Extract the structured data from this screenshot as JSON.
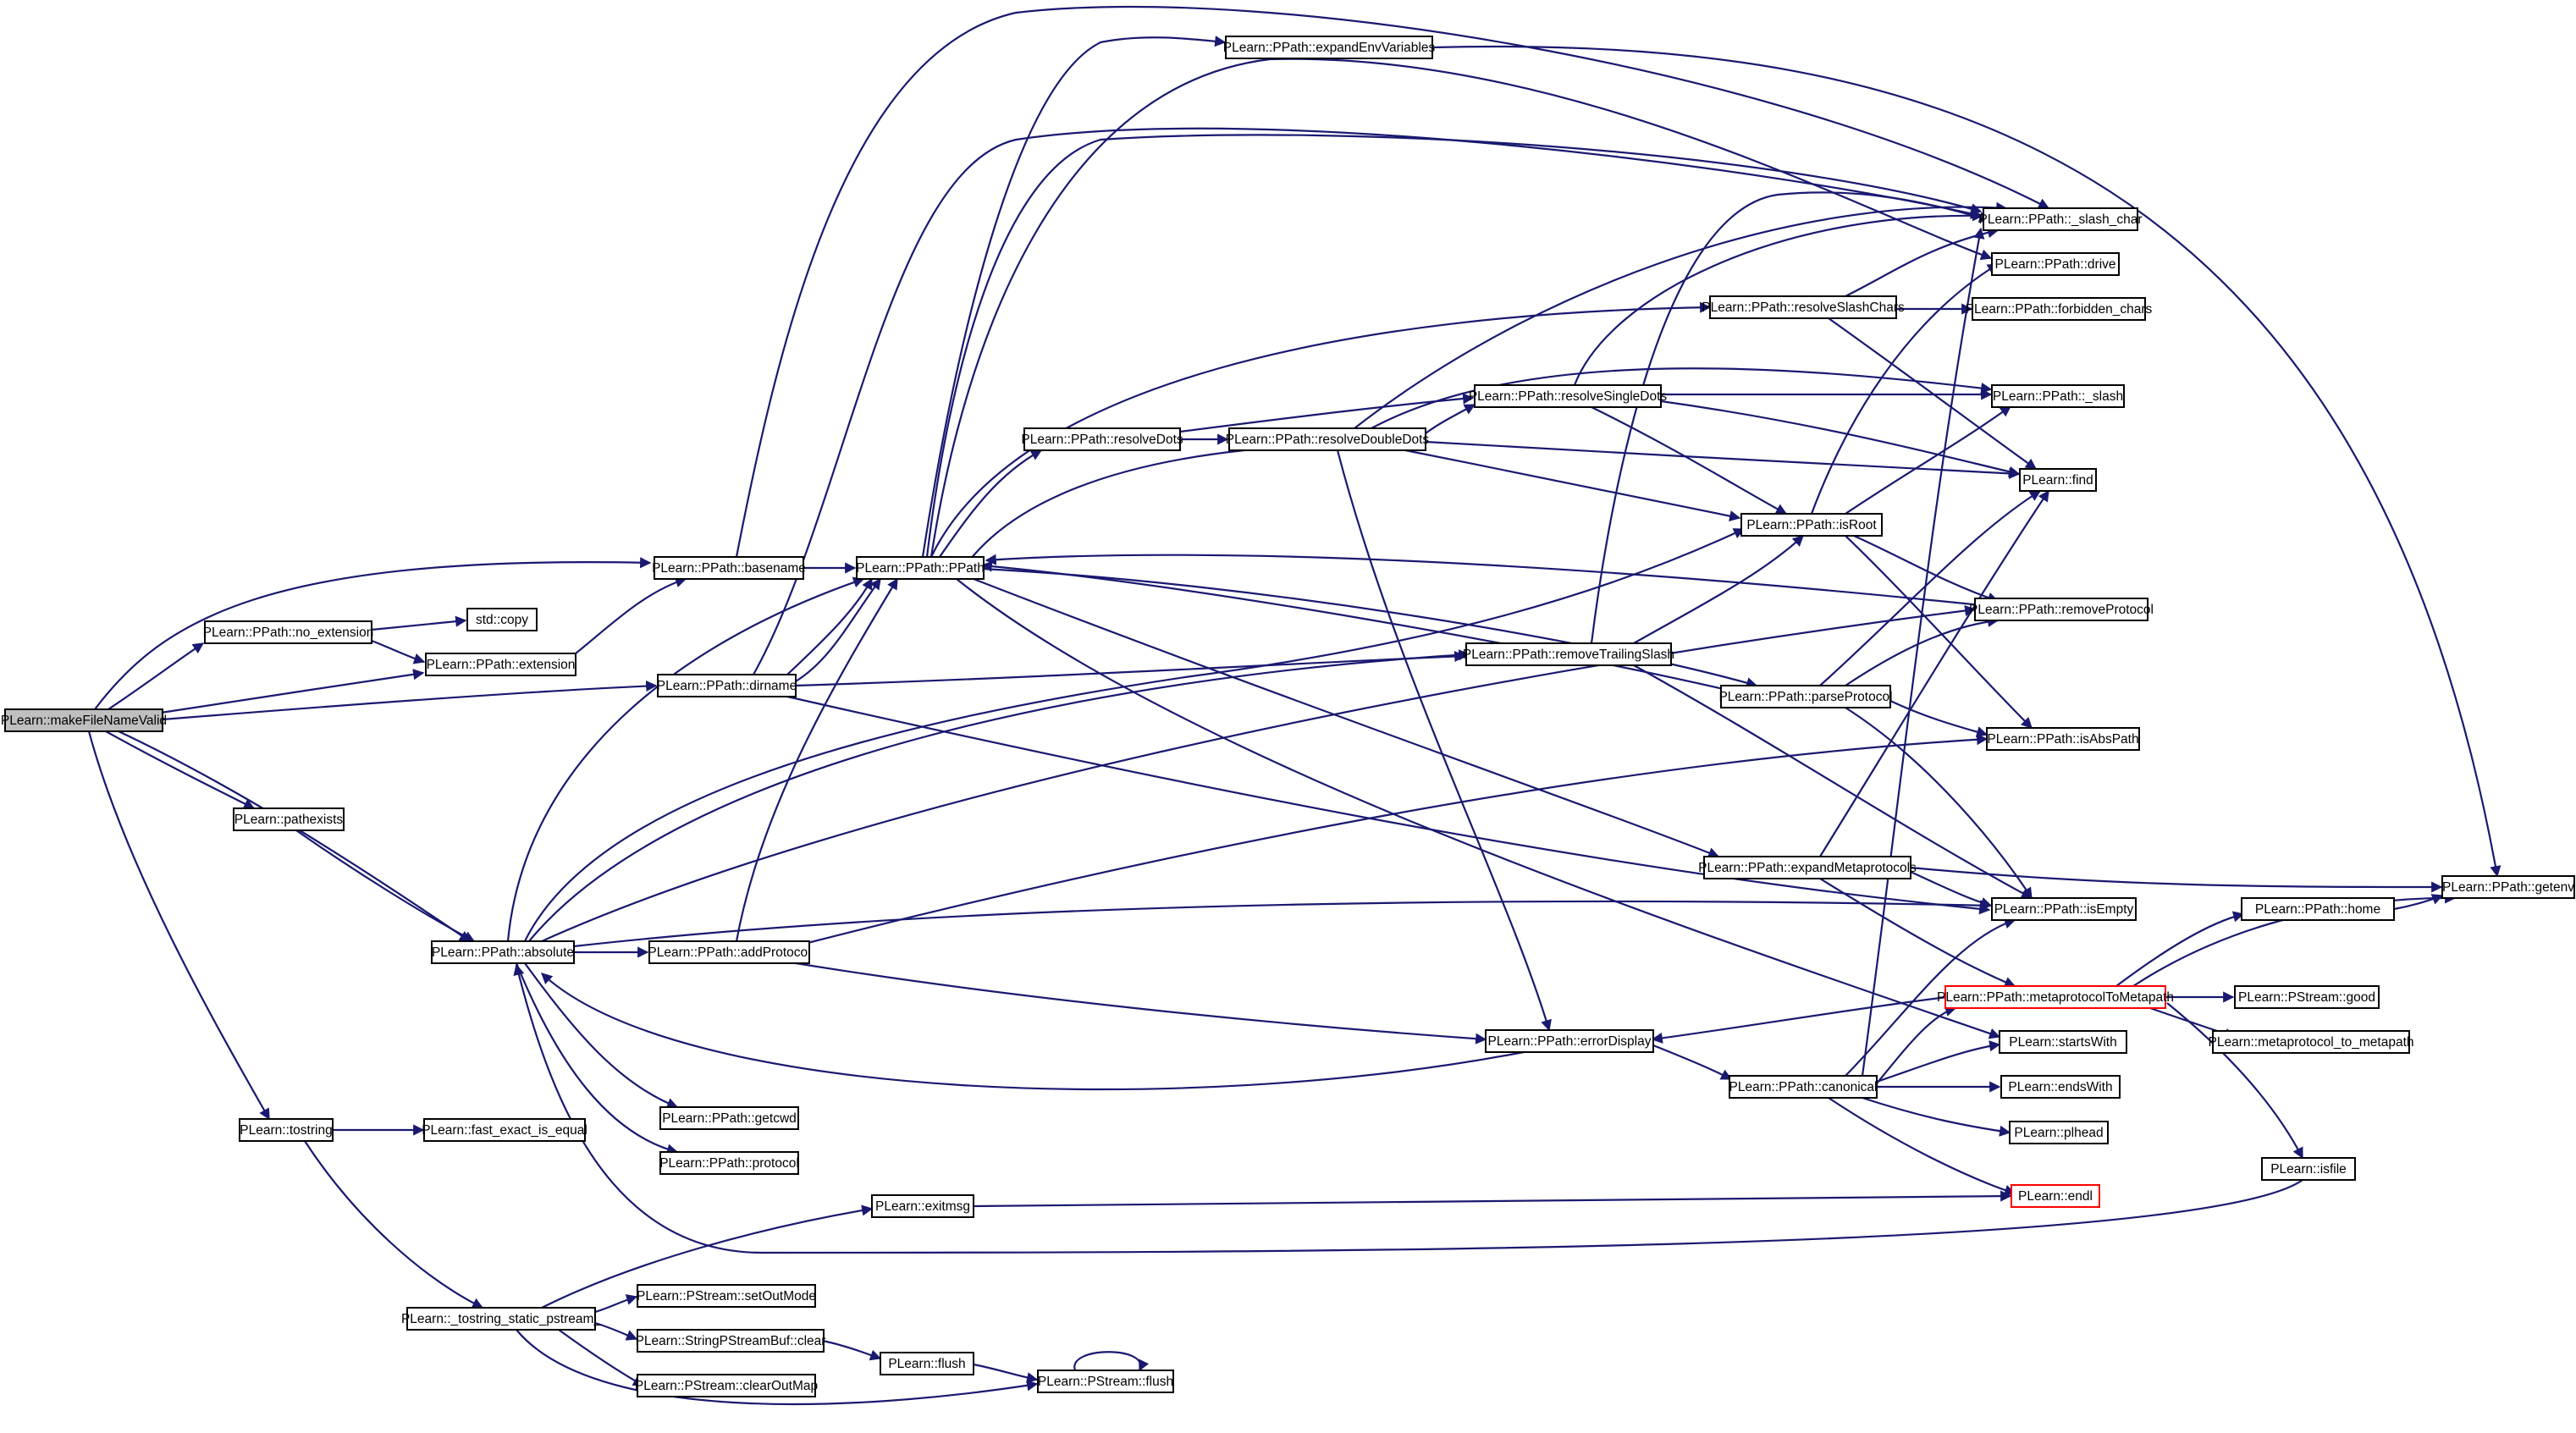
{
  "diagram": {
    "type": "call-graph",
    "colors": {
      "edge": "#191970",
      "node_border": "#000000",
      "node_border_truncated": "#ff0000",
      "root_fill": "#bfbfbf",
      "background": "#ffffff"
    },
    "nodes": {
      "makeFileNameValid": "PLearn::makeFileNameValid",
      "basename": "PLearn::PPath::basename",
      "no_extension": "PLearn::PPath::no_extension",
      "std_copy": "std::copy",
      "extension": "PLearn::PPath::extension",
      "dirname": "PLearn::PPath::dirname",
      "pathexists": "PLearn::pathexists",
      "absolute": "PLearn::PPath::absolute",
      "addProtocol": "PLearn::PPath::addProtocol",
      "getcwd": "PLearn::PPath::getcwd",
      "protocol": "PLearn::PPath::protocol",
      "tostring": "PLearn::tostring",
      "fast_exact_is_equal": "PLearn::fast_exact_is_equal",
      "tostring_static_pstream": "PLearn::_tostring_static_pstream_",
      "setOutMode": "PLearn::PStream::setOutMode",
      "spsb_clear": "PLearn::StringPStreamBuf::clear",
      "clearOutMap": "PLearn::PStream::clearOutMap",
      "flush": "PLearn::flush",
      "pstream_flush": "PLearn::PStream::flush",
      "exitmsg": "PLearn::exitmsg",
      "ppath_ctor": "PLearn::PPath::PPath",
      "expandEnvVariables": "PLearn::PPath::expandEnvVariables",
      "resolveDots": "PLearn::PPath::resolveDots",
      "resolveDoubleDots": "PLearn::PPath::resolveDoubleDots",
      "resolveSingleDots": "PLearn::PPath::resolveSingleDots",
      "removeTrailingSlash": "PLearn::PPath::removeTrailingSlash",
      "errorDisplay": "PLearn::PPath::errorDisplay",
      "canonical": "PLearn::PPath::canonical",
      "resolveSlashChars": "PLearn::PPath::resolveSlashChars",
      "parseProtocol": "PLearn::PPath::parseProtocol",
      "expandMetaprotocols": "PLearn::PPath::expandMetaprotocols",
      "isRoot": "PLearn::PPath::isRoot",
      "slash_char": "PLearn::PPath::_slash_char",
      "drive": "PLearn::PPath::drive",
      "forbidden_chars": "PLearn::PPath::forbidden_chars",
      "slash": "PLearn::PPath::_slash",
      "find": "PLearn::find",
      "removeProtocol": "PLearn::PPath::removeProtocol",
      "isAbsPath": "PLearn::PPath::isAbsPath",
      "isEmpty": "PLearn::PPath::isEmpty",
      "metaprotocolToMetapath": "PLearn::PPath::metaprotocolToMetapath",
      "startsWith": "PLearn::startsWith",
      "endsWith": "PLearn::endsWith",
      "plhead": "PLearn::plhead",
      "endl": "PLearn::endl",
      "home": "PLearn::PPath::home",
      "good": "PLearn::PStream::good",
      "metaprotocol_to_metapath": "PLearn::metaprotocol_to_metapath",
      "isfile": "PLearn::isfile",
      "getenv": "PLearn::PPath::getenv"
    }
  }
}
